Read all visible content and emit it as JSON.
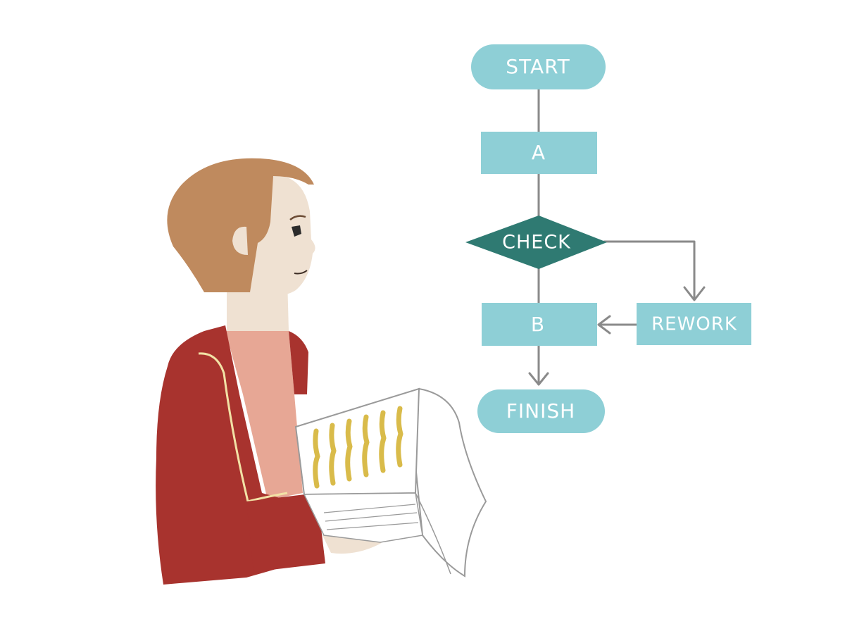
{
  "colors": {
    "background": "#ffffff",
    "terminal": "#8ecfd6",
    "process": "#8ecfd6",
    "decision": "#2f7a72",
    "connector": "#8a8a8a",
    "label": "#ffffff",
    "hair": "#bf8a5e",
    "skin": "#efe1d2",
    "jacket": "#a8332e",
    "shirt": "#e7a795",
    "trim": "#f2e2a6",
    "paper": "#ffffff",
    "paper_stroke": "#9a9a9a",
    "text_scribble": "#d9bb4a"
  },
  "flowchart": {
    "nodes": [
      {
        "id": "start",
        "shape": "terminal",
        "label": "START"
      },
      {
        "id": "a",
        "shape": "process",
        "label": "A"
      },
      {
        "id": "check",
        "shape": "decision",
        "label": "CHECK"
      },
      {
        "id": "b",
        "shape": "process",
        "label": "B"
      },
      {
        "id": "rework",
        "shape": "process",
        "label": "REWORK"
      },
      {
        "id": "finish",
        "shape": "terminal",
        "label": "FINISH"
      }
    ],
    "edges": [
      {
        "from": "start",
        "to": "a"
      },
      {
        "from": "a",
        "to": "check"
      },
      {
        "from": "check",
        "to": "b"
      },
      {
        "from": "check",
        "to": "rework"
      },
      {
        "from": "rework",
        "to": "b"
      },
      {
        "from": "b",
        "to": "finish"
      }
    ]
  },
  "illustration": {
    "figure": "person-holding-document",
    "document": "open-printout-with-columns"
  }
}
